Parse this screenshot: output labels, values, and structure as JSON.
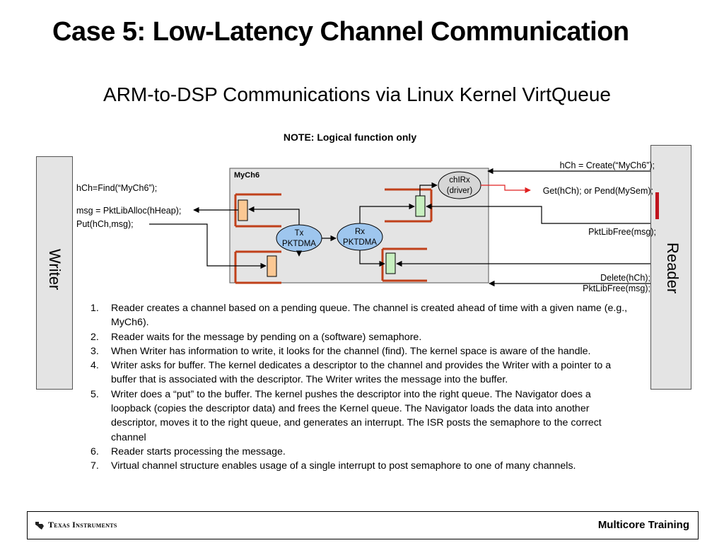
{
  "title": "Case 5: Low-Latency Channel Communication",
  "subtitle": "ARM-to-DSP Communications via Linux Kernel VirtQueue",
  "note": "NOTE: Logical function only",
  "writer": {
    "label": "Writer",
    "calls": {
      "find": "hCh=Find(“MyCh6”);",
      "alloc": "msg = PktLibAlloc(hHeap);",
      "put": "Put(hCh,msg);"
    }
  },
  "reader": {
    "label": "Reader",
    "calls": {
      "create": "hCh = Create(“MyCh6”);",
      "get": "Get(hCh); or Pend(MySem);",
      "free": "PktLibFree(msg);",
      "delete": "Delete(hCh);",
      "free2": "PktLibFree(msg);"
    }
  },
  "channel": {
    "name": "MyCh6",
    "tx": [
      "Tx",
      "PKTDMA"
    ],
    "rx": [
      "Rx",
      "PKTDMA"
    ],
    "irq": [
      "chIRx",
      "(driver)"
    ]
  },
  "colors": {
    "queue_red": "#c0401a",
    "desc_orange": "#fcc893",
    "desc_green": "#c8f0c0",
    "pktdma_blue": "#9ec6ee",
    "channel_gray": "#e4e4e4",
    "sem_red": "#c0141e",
    "interrupt_red": "#e02020"
  },
  "steps": [
    "Reader creates a channel based on a pending queue. The channel is created ahead of time with a given name (e.g., MyCh6).",
    "Reader waits for the message by pending on a (software) semaphore.",
    "When Writer has information to write, it looks for the channel (find). The kernel space is aware of the handle.",
    "Writer asks for buffer. The kernel dedicates a descriptor to the channel and provides the Writer with a pointer to a buffer that is associated with the descriptor. The Writer writes the message into the buffer.",
    "Writer does a “put” to the buffer. The kernel pushes the descriptor into the right queue. The Navigator does a loopback (copies the descriptor data) and frees the Kernel queue. The Navigator loads the data into another descriptor, moves it to the right queue, and generates an interrupt. The ISR posts the semaphore to the correct channel",
    "Reader starts processing the message.",
    "Virtual channel structure enables usage of a single interrupt to post semaphore to one of many channels."
  ],
  "footer": {
    "logo_text": "Texas Instruments",
    "right_text": "Multicore Training"
  }
}
